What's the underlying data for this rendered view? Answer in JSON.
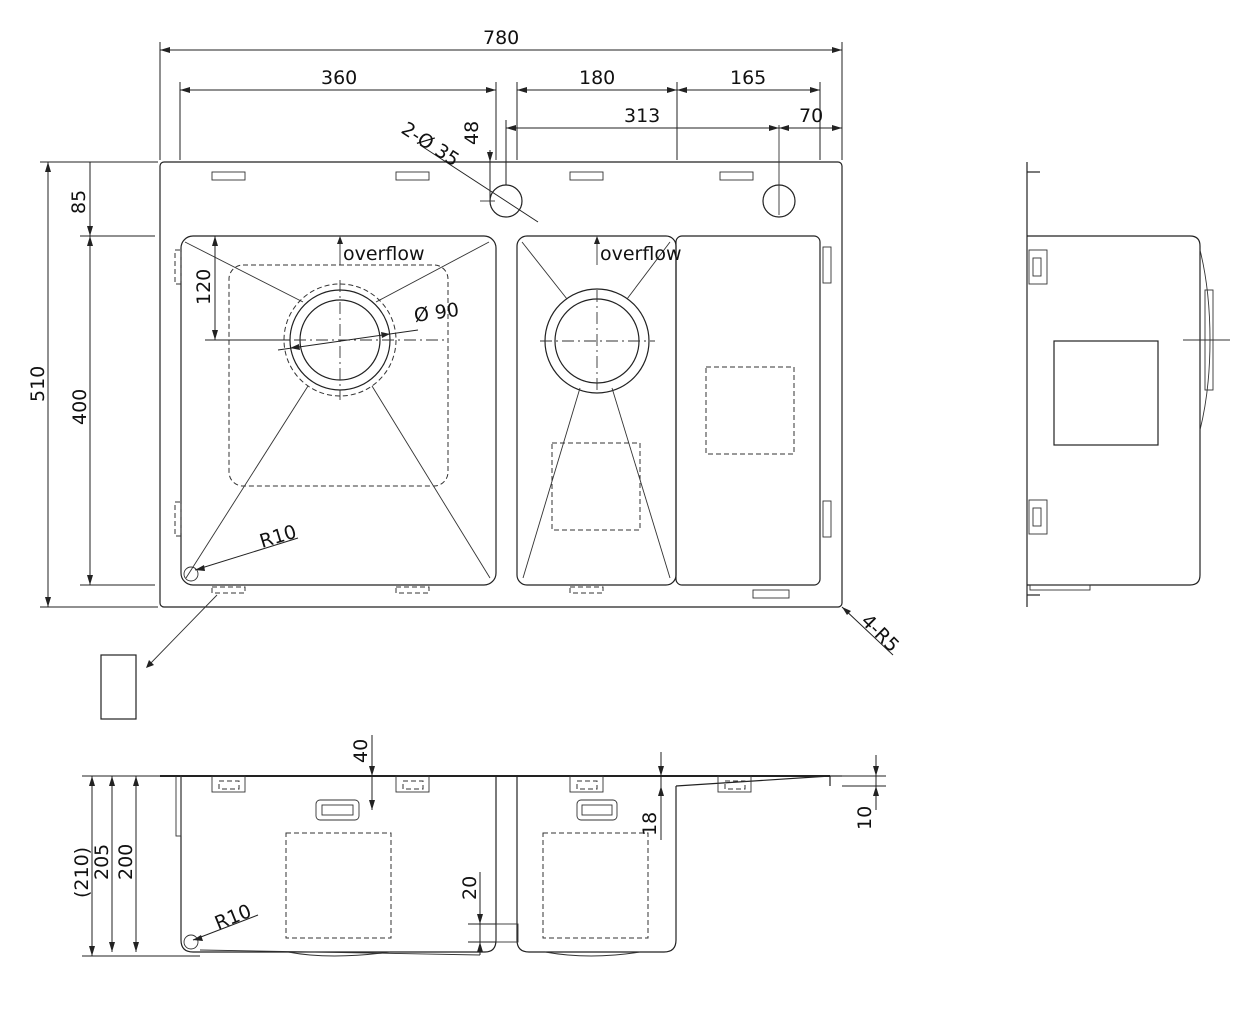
{
  "dimensions": {
    "overall_width": "780",
    "left_bowl_width": "360",
    "right_bowl_width": "180",
    "drainboard_width": "165",
    "tap_offset": "313",
    "tap_edge": "70",
    "tap_holes": "2-Ø 35",
    "tap_depth": "48",
    "overall_depth": "510",
    "front_rim": "85",
    "bowl_depth": "400",
    "drain_offset": "120",
    "drain_diameter": "Ø 90",
    "corner_radius": "R10",
    "outer_radius": "4-R5",
    "total_height": "(210)",
    "height_205": "205",
    "bowl_height": "200",
    "overflow_drop": "40",
    "step_height": "18",
    "flange_thickness": "10",
    "divider_gap": "20",
    "side_corner_radius": "R10"
  },
  "labels": {
    "overflow_left": "overflow",
    "overflow_right": "overflow"
  }
}
